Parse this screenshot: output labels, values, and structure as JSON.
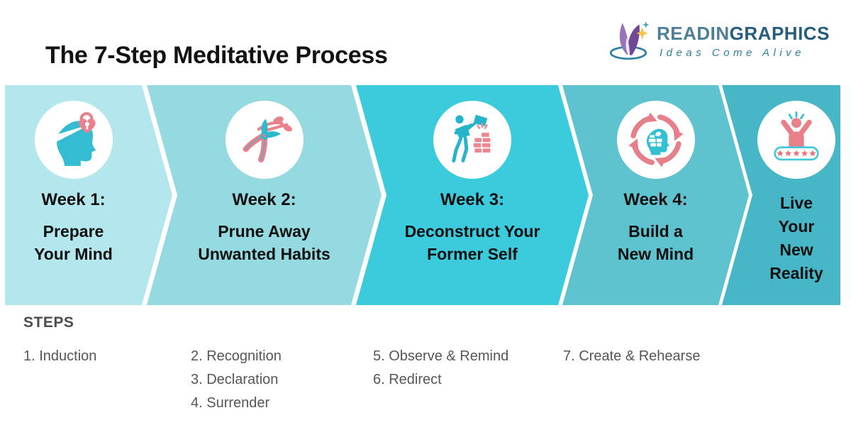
{
  "header": {
    "title": "The 7-Step Meditative Process",
    "logo": {
      "name_light": "READIN",
      "name_bold": "GRAPHICS",
      "tagline": "Ideas Come Alive"
    }
  },
  "process": {
    "segments": [
      {
        "week": "Week 1:",
        "label": "Prepare\nYour Mind",
        "color": "#b4e6ee",
        "icon": "prepare-mind-icon"
      },
      {
        "week": "Week 2:",
        "label": "Prune Away\nUnwanted Habits",
        "color": "#95d9e1",
        "icon": "pruning-shears-icon"
      },
      {
        "week": "Week 3:",
        "label": "Deconstruct Your\nFormer Self",
        "color": "#3ccbdc",
        "icon": "hammer-wall-icon"
      },
      {
        "week": "Week 4:",
        "label": "Build a\nNew Mind",
        "color": "#5fc3cf",
        "icon": "rebuild-cycle-icon"
      },
      {
        "week": "",
        "label": "Live\nYour\nNew\nReality",
        "color": "#47b6c7",
        "icon": "celebrate-stars-icon"
      }
    ]
  },
  "steps": {
    "heading": "STEPS",
    "columns": [
      [
        "1. Induction"
      ],
      [
        "2. Recognition",
        "3. Declaration",
        "4. Surrender"
      ],
      [
        "5. Observe & Remind",
        "6. Redirect"
      ],
      [
        "7. Create & Rehearse"
      ]
    ]
  },
  "colors": {
    "icon_teal": "#35bfd3",
    "icon_pink": "#e8818b",
    "logo_purple": "#6f4796",
    "logo_teal": "#2d7f9f",
    "title_text": "#121212",
    "steps_text": "#565659"
  }
}
